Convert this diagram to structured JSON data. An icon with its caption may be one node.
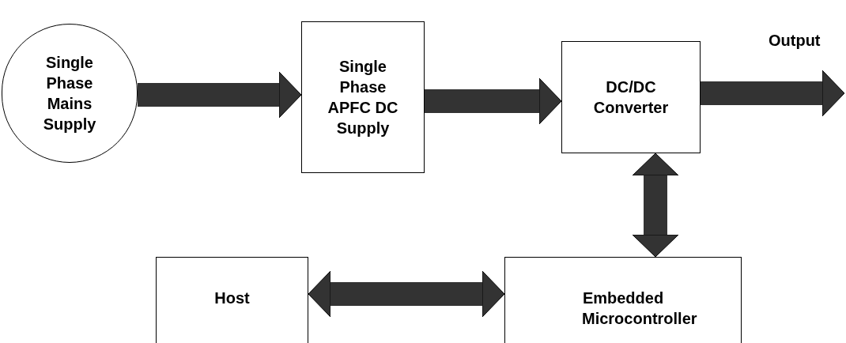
{
  "diagram": {
    "nodes": [
      {
        "text": [
          "Single Phase Mains Supply"
        ]
      },
      {
        "text": [
          "Single Phase APFC DC Supply"
        ]
      },
      {
        "text": [
          "DC/DC Converter"
        ]
      },
      {
        "text": [
          "Host"
        ]
      },
      {
        "text": [
          "Embedded Microcontroller"
        ]
      }
    ],
    "edges": [
      {
        "from": 0,
        "to": 1,
        "arrow": "to"
      },
      {
        "from": 1,
        "to": 2,
        "arrow": "to"
      },
      {
        "from": 2,
        "to": null,
        "arrow": "to"
      },
      {
        "from": 2,
        "to": 4,
        "arrow": "both"
      },
      {
        "from": 3,
        "to": 4,
        "arrow": "both"
      }
    ],
    "labels": [
      "Output"
    ]
  }
}
